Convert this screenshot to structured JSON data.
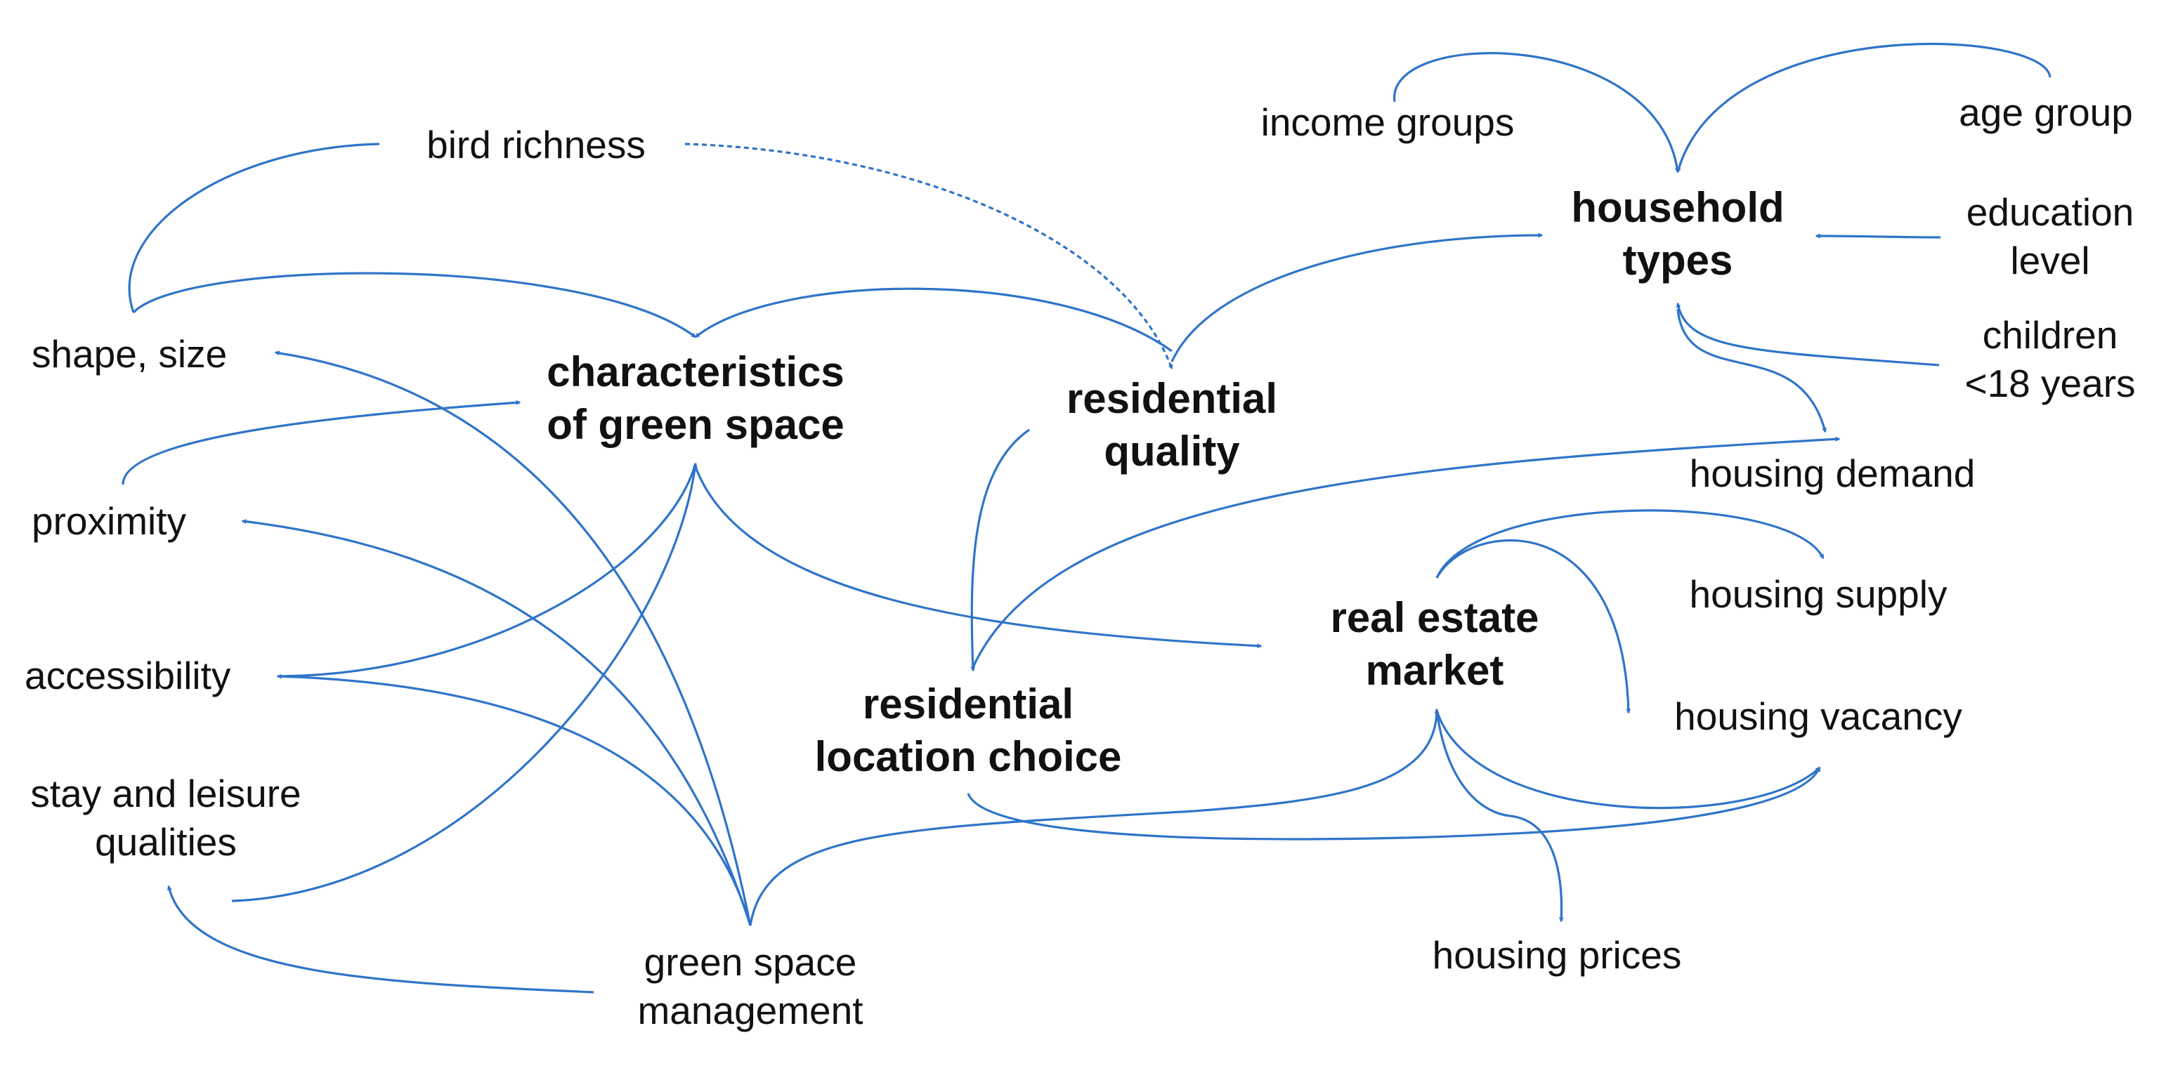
{
  "nodes": {
    "bird_richness": "bird richness",
    "income_groups": "income groups",
    "age_group": "age group",
    "household_types": [
      "household",
      "types"
    ],
    "education_level": [
      "education",
      "level"
    ],
    "children": [
      "children",
      "<18 years"
    ],
    "shape_size": "shape, size",
    "characteristics": [
      "characteristics",
      "of green space"
    ],
    "residential_quality": [
      "residential",
      "quality"
    ],
    "housing_demand": "housing demand",
    "proximity": "proximity",
    "housing_supply": "housing supply",
    "real_estate_market": [
      "real estate",
      "market"
    ],
    "accessibility": "accessibility",
    "residential_location_choice": [
      "residential",
      "location choice"
    ],
    "housing_vacancy": "housing vacancy",
    "stay_leisure": [
      "stay and leisure",
      "qualities"
    ],
    "housing_prices": "housing prices",
    "green_space_management": [
      "green space",
      "management"
    ]
  },
  "colors": {
    "arrow": "#2f74c9",
    "text": "#111111",
    "background": "#ffffff"
  }
}
